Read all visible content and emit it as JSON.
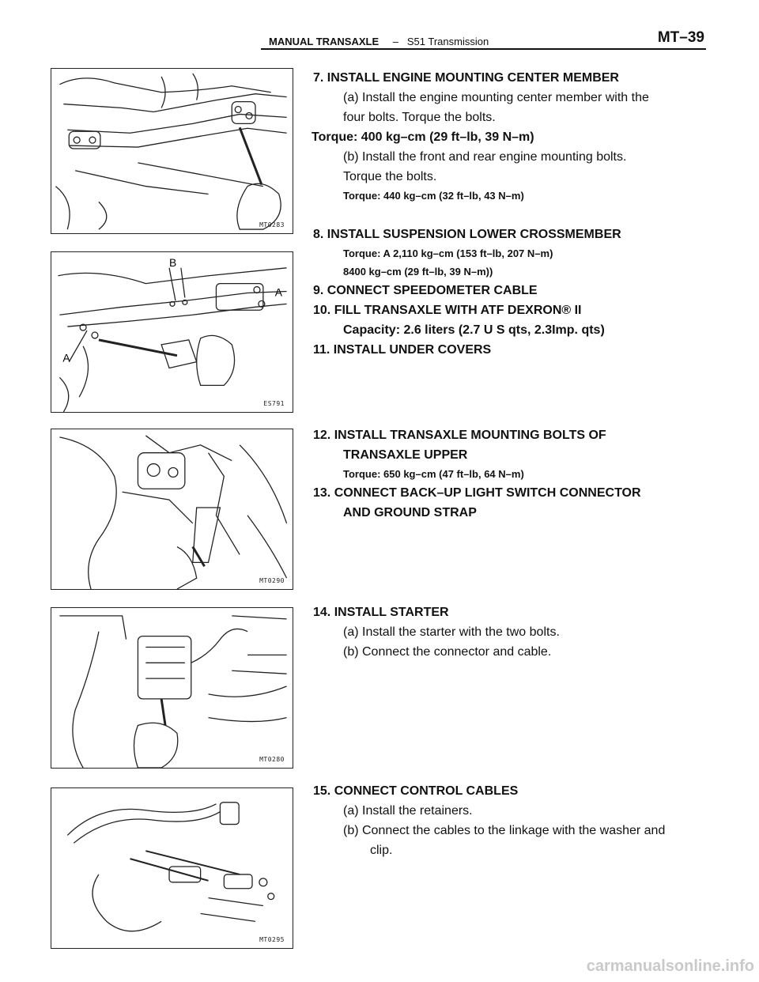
{
  "header": {
    "section": "MANUAL TRANSAXLE",
    "separator": "–",
    "subsection": "S51 Transmission",
    "page_number": "MT–39"
  },
  "figures": [
    "MT0283",
    "ES791",
    "MT0290",
    "MT0280",
    "MT0295"
  ],
  "blocks": [
    {
      "lines": [
        {
          "text": "7. INSTALL ENGINE MOUNTING CENTER MEMBER",
          "style": "h",
          "indent": 0
        },
        {
          "text": "(a) Install the engine mounting center member with the",
          "style": "t",
          "indent": 1
        },
        {
          "text": "four bolts. Torque the bolts.",
          "style": "t",
          "indent": 1
        },
        {
          "text": "Torque: 400 kg–cm (29 ft–lb, 39 N–m)",
          "style": "tb",
          "indent": 0
        },
        {
          "text": "(b) Install the front and rear engine mounting bolts.",
          "style": "t",
          "indent": 1
        },
        {
          "text": "Torque the bolts.",
          "style": "t",
          "indent": 1
        },
        {
          "text": "Torque: 440 kg–cm (32 ft–lb, 43 N–m)",
          "style": "s",
          "indent": 1
        }
      ]
    },
    {
      "lines": [
        {
          "text": "8. INSTALL SUSPENSION LOWER CROSSMEMBER",
          "style": "h",
          "indent": 0
        },
        {
          "text": "Torque: A 2,110 kg–cm (153 ft–lb, 207 N–m)",
          "style": "s",
          "indent": 1
        },
        {
          "text": "8400 kg–cm (29 ft–lb, 39 N–m))",
          "style": "s",
          "indent": 1
        },
        {
          "text": "9. CONNECT SPEEDOMETER CABLE",
          "style": "h",
          "indent": 0
        },
        {
          "text": "10. FILL TRANSAXLE WITH ATF DEXRON® II",
          "style": "h",
          "indent": 0
        },
        {
          "text": "Capacity: 2.6 liters (2.7 U S qts, 2.3Imp. qts)",
          "style": "h",
          "indent": 1
        },
        {
          "text": "11. INSTALL UNDER COVERS",
          "style": "h",
          "indent": 0
        }
      ]
    },
    {
      "lines": [
        {
          "text": "12. INSTALL TRANSAXLE MOUNTING BOLTS OF",
          "style": "h",
          "indent": 0
        },
        {
          "text": "TRANSAXLE UPPER",
          "style": "h",
          "indent": 1
        },
        {
          "text": "Torque: 650 kg–cm (47 ft–lb, 64 N–m)",
          "style": "s",
          "indent": 1
        },
        {
          "text": "13. CONNECT BACK–UP LIGHT SWITCH CONNECTOR",
          "style": "h",
          "indent": 0
        },
        {
          "text": "AND GROUND STRAP",
          "style": "h",
          "indent": 1
        }
      ]
    },
    {
      "lines": [
        {
          "text": "14. INSTALL STARTER",
          "style": "h",
          "indent": 0
        },
        {
          "text": "(a) Install the starter with the two bolts.",
          "style": "t",
          "indent": 1
        },
        {
          "text": "(b) Connect the connector and cable.",
          "style": "t",
          "indent": 1
        }
      ]
    },
    {
      "lines": [
        {
          "text": "15. CONNECT CONTROL CABLES",
          "style": "h",
          "indent": 0
        },
        {
          "text": "(a) Install the retainers.",
          "style": "t",
          "indent": 1
        },
        {
          "text": "(b) Connect the cables to the linkage with the washer and",
          "style": "t",
          "indent": 1
        },
        {
          "text": "clip.",
          "style": "t",
          "indent": 2
        }
      ]
    }
  ],
  "figure_labels": {
    "fig2": [
      "B",
      "A",
      "A"
    ]
  },
  "watermark": "carmanualsonline.info"
}
